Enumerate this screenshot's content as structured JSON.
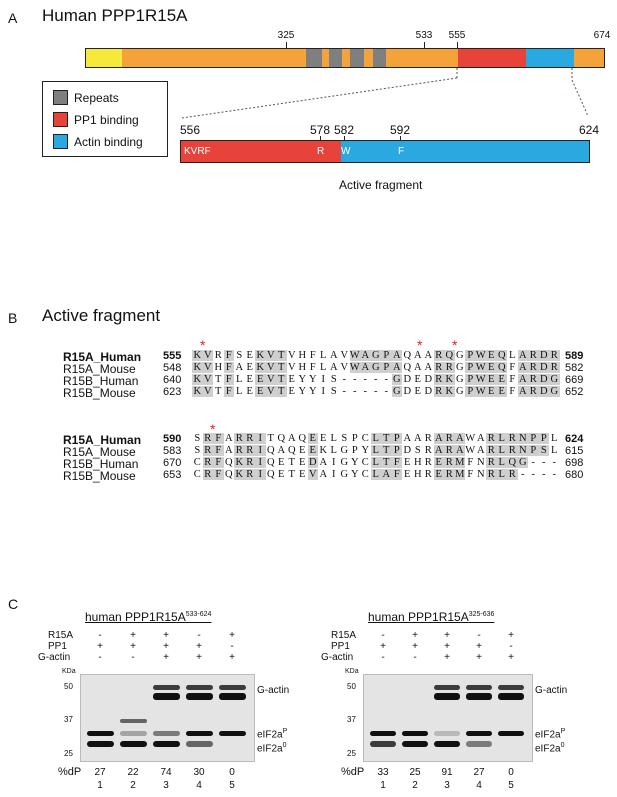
{
  "panelA": {
    "letter": "A",
    "title": "Human PPP1R15A",
    "positions": [
      "325",
      "533",
      "555",
      "674"
    ],
    "legend": [
      {
        "label": "Repeats",
        "color": "#7f7f7f"
      },
      {
        "label": "PP1 binding",
        "color": "#e8433a"
      },
      {
        "label": "Actin binding",
        "color": "#2aa8e0"
      }
    ],
    "colors": {
      "nterm": "#f5ea3a",
      "body": "#f4a23a"
    },
    "fragment_positions": [
      "556",
      "578",
      "582",
      "592",
      "624"
    ],
    "fragment_residues": [
      "KVRF",
      "R",
      "W",
      "F"
    ],
    "fragment_title": "Active fragment"
  },
  "panelB": {
    "letter": "B",
    "title": "Active fragment",
    "block1": [
      {
        "name": "R15A_Human",
        "start": "555",
        "seq": "KVRFSEKVTVHFLAVWAGPAQAARQGPWEQLARDR",
        "end": "589",
        "bold": true
      },
      {
        "name": "R15A_Mouse",
        "start": "548",
        "seq": "KVHFAEKVTVHFLAVWAGPAQAARRGPWEQFARDR",
        "end": "582"
      },
      {
        "name": "R15B_Human",
        "start": "640",
        "seq": "KVTFLEEVTEYYIS-----GDEDRKGPWEEFARDG",
        "end": "669"
      },
      {
        "name": "R15B_Mouse",
        "start": "623",
        "seq": "KVTFLEEVTEYYIS-----GDEDRKGPWEEFARDG",
        "end": "652"
      }
    ],
    "block2": [
      {
        "name": "R15A_Human",
        "start": "590",
        "seq": "SRFARRITQAQEELSPCLTPAARARAWARLRNPPL",
        "end": "624",
        "bold": true
      },
      {
        "name": "R15A_Mouse",
        "start": "583",
        "seq": "SRFARRIQAQEEKLGPYLTPDSRARAWARLRNPSL",
        "end": "615"
      },
      {
        "name": "R15B_Human",
        "start": "670",
        "seq": "CRFQKRIQETEDAIGYCLTFEHRERMFNRLQG---",
        "end": "698"
      },
      {
        "name": "R15B_Mouse",
        "start": "653",
        "seq": "CRFQKRIQETEVAIGYCLAFEHRERMFNRLR----",
        "end": "680"
      }
    ]
  },
  "panelC": {
    "letter": "C",
    "blots": [
      {
        "title": "human PPP1R15A",
        "superscript": "533-624",
        "conditions": [
          {
            "label": "R15A",
            "values": [
              "-",
              "+",
              "+",
              "-",
              "+"
            ]
          },
          {
            "label": "PP1",
            "values": [
              "+",
              "+",
              "+",
              "+",
              "-"
            ]
          },
          {
            "label": "G-actin",
            "values": [
              "-",
              "-",
              "+",
              "+",
              "+"
            ]
          }
        ],
        "dP": [
          "27",
          "22",
          "74",
          "30",
          "0"
        ],
        "lanes": [
          "1",
          "2",
          "3",
          "4",
          "5"
        ]
      },
      {
        "title": "human PPP1R15A",
        "superscript": "325-636",
        "conditions": [
          {
            "label": "R15A",
            "values": [
              "-",
              "+",
              "+",
              "-",
              "+"
            ]
          },
          {
            "label": "PP1",
            "values": [
              "+",
              "+",
              "+",
              "+",
              "-"
            ]
          },
          {
            "label": "G-actin",
            "values": [
              "-",
              "-",
              "+",
              "+",
              "+"
            ]
          }
        ],
        "dP": [
          "33",
          "25",
          "91",
          "27",
          "0"
        ],
        "lanes": [
          "1",
          "2",
          "3",
          "4",
          "5"
        ]
      }
    ],
    "kda": "KDa",
    "markers": [
      "50",
      "37",
      "25"
    ],
    "band_labels": {
      "gactin": "G-actin",
      "eif_p": "eIF2a",
      "eif_p_sup": "P",
      "eif_0": "eIF2a",
      "eif_0_sup": "0"
    },
    "dp_label": "%dP"
  }
}
